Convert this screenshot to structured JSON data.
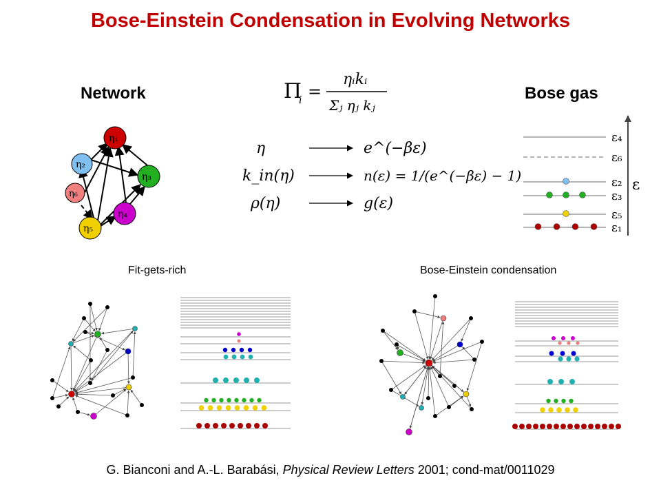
{
  "title": "Bose-Einstein Condensation in Evolving Networks",
  "headings": {
    "network": "Network",
    "bose_gas": "Bose gas"
  },
  "captions": {
    "fit_gets_rich": "Fit-gets-rich",
    "bec": "Bose-Einstein condensation"
  },
  "citation": {
    "prefix": "G. Bianconi and A.-L. Barabási, ",
    "journal": "Physical Review Letters",
    "suffix": " 2001; cond-mat/0011029"
  },
  "formula": {
    "pi": "Π",
    "numerator": "ηᵢkᵢ",
    "denominator": "Σⱼ ηⱼ kⱼ"
  },
  "mappings": [
    {
      "left": "η",
      "right": "e^(−βε)"
    },
    {
      "left": "k_in(η)",
      "right": "n(ε) = 1/(e^(−βε) − 1)"
    },
    {
      "left": "ρ(η)",
      "right": "g(ε)"
    }
  ],
  "network_nodes": [
    {
      "label": "η₁",
      "color": "#cc0000"
    },
    {
      "label": "η₂",
      "color": "#80c0f0"
    },
    {
      "label": "η₃",
      "color": "#22b022"
    },
    {
      "label": "η₄",
      "color": "#cc00cc"
    },
    {
      "label": "η₅",
      "color": "#f0d000"
    },
    {
      "label": "η₆",
      "color": "#f08080"
    }
  ],
  "energy_levels": [
    {
      "label": "ε₄",
      "count": 0,
      "color": ""
    },
    {
      "label": "ε₆",
      "count": 0,
      "color": ""
    },
    {
      "label": "ε₂",
      "count": 1,
      "color": "#80c0f0"
    },
    {
      "label": "ε₃",
      "count": 3,
      "color": "#22b022"
    },
    {
      "label": "ε₅",
      "count": 1,
      "color": "#f0d000"
    },
    {
      "label": "ε₁",
      "count": 4,
      "color": "#aa0000"
    }
  ],
  "energy_axis_label": "ε",
  "colors": {
    "title": "#c00000"
  }
}
